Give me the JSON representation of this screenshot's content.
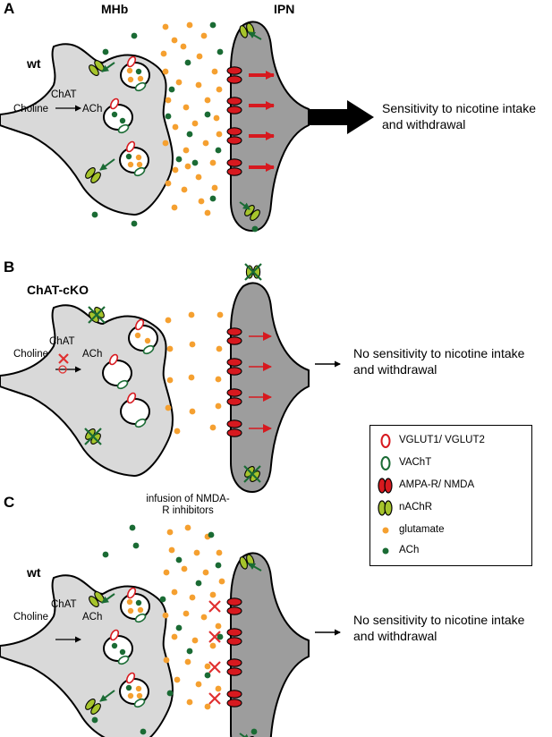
{
  "panels": [
    {
      "letter": "A",
      "genotype": "wt",
      "header_left": "MHb",
      "header_right": "IPN",
      "enzyme": "ChAT",
      "substrate": "Choline",
      "product": "ACh",
      "outcome": "Sensitivity to nicotine intake and withdrawal"
    },
    {
      "letter": "B",
      "genotype": "ChAT-cKO",
      "enzyme": "ChAT",
      "substrate": "Choline",
      "product": "ACh",
      "outcome": "No sensitivity to nicotine intake and withdrawal"
    },
    {
      "letter": "C",
      "genotype": "wt",
      "enzyme": "ChAT",
      "substrate": "Choline",
      "product": "ACh",
      "annotation": "infusion of NMDA-R inhibitors",
      "outcome": "No sensitivity to nicotine intake and withdrawal"
    }
  ],
  "legend": [
    {
      "label": "VGLUT1/ VGLUT2",
      "icon": "vglut-transporter-icon"
    },
    {
      "label": "VAChT",
      "icon": "vacht-transporter-icon"
    },
    {
      "label": "AMPA-R/ NMDA",
      "icon": "ampa-nmda-receptor-icon"
    },
    {
      "label": "nAChR",
      "icon": "nachr-receptor-icon"
    },
    {
      "label": "glutamate",
      "icon": "glutamate-dot-icon"
    },
    {
      "label": "ACh",
      "icon": "ach-dot-icon"
    }
  ],
  "colors": {
    "presynaptic_fill": "#d9d9d9",
    "postsynaptic_fill": "#9d9d9d",
    "glutamate": "#f5a030",
    "ach": "#1a6b34",
    "receptor_red": "#d7191f",
    "nachr_green": "#a6c42c",
    "block_cross": "#e03030"
  }
}
